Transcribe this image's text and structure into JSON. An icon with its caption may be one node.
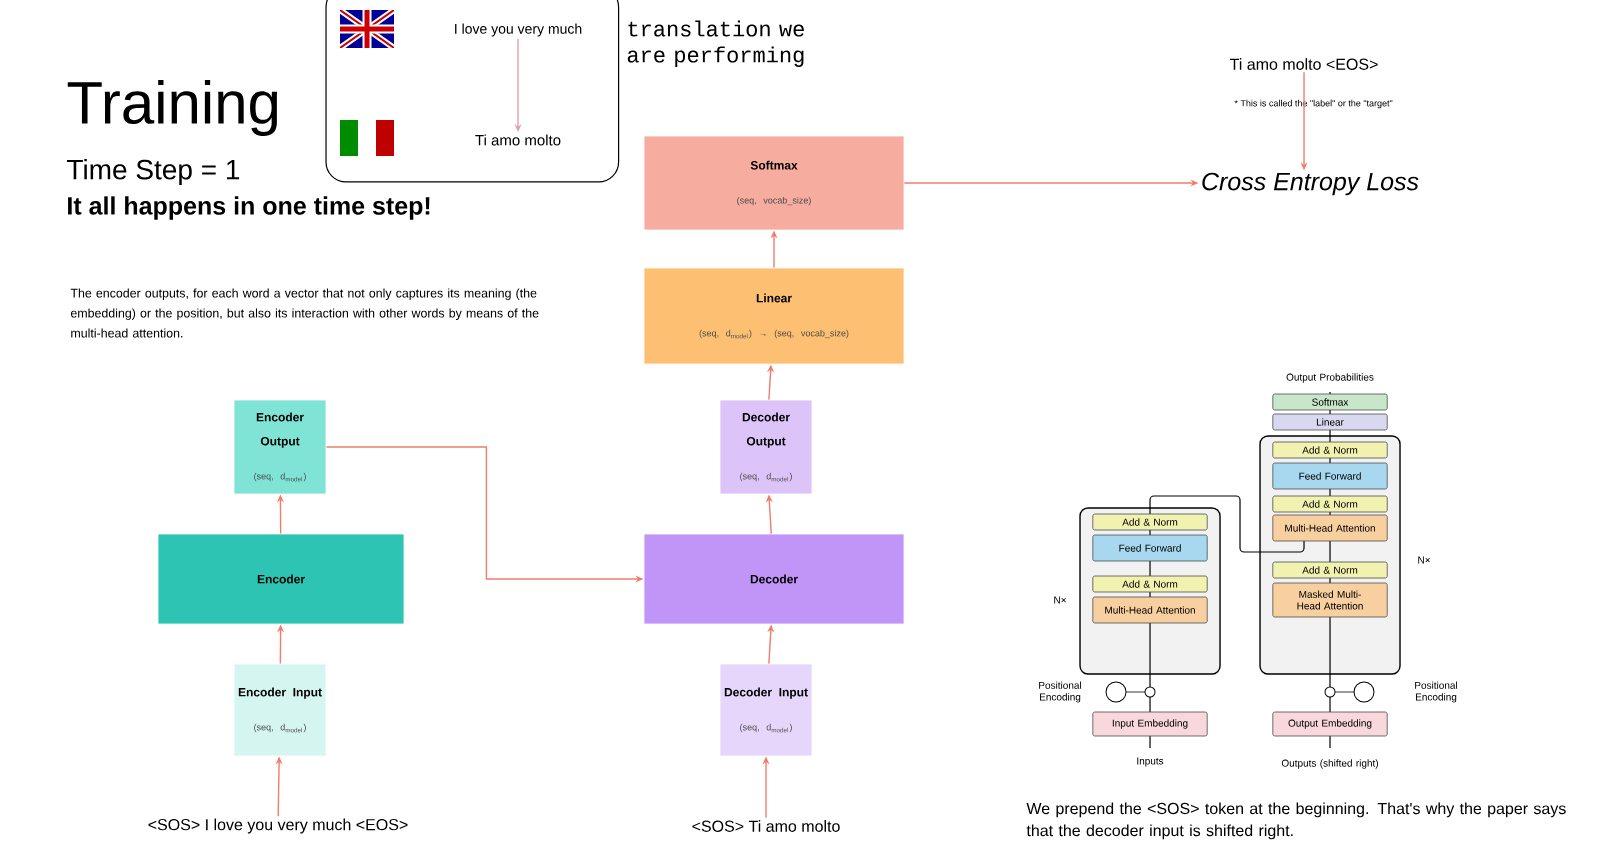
{
  "diagram": {
    "nodes": [
      {
        "text": [],
        "shape": "box",
        "beside": [
          "translation we are performing"
        ]
      },
      {
        "text": [
          "I love you very much"
        ],
        "in": 0
      },
      {
        "text": [
          "Ti amo molto"
        ],
        "in": 0
      },
      {
        "text": [
          "Softmax",
          "(seq, vocab_size)"
        ]
      },
      {
        "text": [
          "Linear",
          "(seq, d$_{model}$) → (seq, vocab_size)"
        ]
      },
      {
        "text": [
          "Encoder Output",
          "(seq, d$_{model}$)"
        ]
      },
      {
        "text": [
          "Decoder Output",
          "(seq, d$_{model}$)"
        ]
      },
      {
        "text": [
          "Encoder"
        ]
      },
      {
        "text": [
          "Decoder"
        ]
      },
      {
        "text": [
          "Encoder Input",
          "(seq, d$_{model}$)"
        ]
      },
      {
        "text": [
          "Decoder Input",
          "(seq, d$_{model}$)"
        ]
      },
      {
        "text": [
          "<SOS> I love you very much <EOS>"
        ]
      },
      {
        "text": [
          "<SOS> Ti amo molto"
        ]
      },
      {
        "text": [
          "Ti amo molto <EOS>"
        ],
        "beside": [
          "* This is called the \"label\" or the \"target\""
        ]
      },
      {
        "text": [
          "Cross Entropy Loss"
        ]
      }
    ],
    "edges": [
      {
        "from": 1,
        "to": 2,
        "arrow": "to",
        "color": "#e0a0a8"
      },
      {
        "from": 11,
        "to": 9,
        "arrow": "to"
      },
      {
        "from": 9,
        "to": 7,
        "arrow": "to"
      },
      {
        "from": 7,
        "to": 5,
        "arrow": "to"
      },
      {
        "from": 5,
        "to": 8,
        "arrow": "to"
      },
      {
        "from": 12,
        "to": 10,
        "arrow": "to"
      },
      {
        "from": 10,
        "to": 8,
        "arrow": "to"
      },
      {
        "from": 8,
        "to": 6,
        "arrow": "to"
      },
      {
        "from": 6,
        "to": 4,
        "arrow": "to"
      },
      {
        "from": 4,
        "to": 3,
        "arrow": "to"
      },
      {
        "from": 3,
        "to": 14,
        "arrow": "to"
      },
      {
        "from": 13,
        "to": 14,
        "arrow": "to"
      }
    ],
    "labels": [
      "Training",
      "Time Step = 1",
      "It all happens in one time step!",
      "The encoder outputs, for each word a vector that not only captures its meaning (the embedding) or the position, but also its interaction with other words by means of the multi-head attention.",
      "Output Probabilities",
      "Softmax",
      "Linear",
      "Add & Norm",
      "Feed Forward",
      "Add & Norm",
      "Multi-Head Attention",
      "Add & Norm",
      "Masked Multi-Head Attention",
      "N×",
      "Add & Norm",
      "Feed Forward",
      "Add & Norm",
      "Multi-Head Attention",
      "N×",
      "Positional Encoding",
      "Positional Encoding",
      "Input Embedding",
      "Output Embedding",
      "Inputs",
      "Outputs (shifted right)",
      "We prepend the <SOS> token at the beginning. That's why the paper says that the decoder input is shifted right."
    ]
  }
}
